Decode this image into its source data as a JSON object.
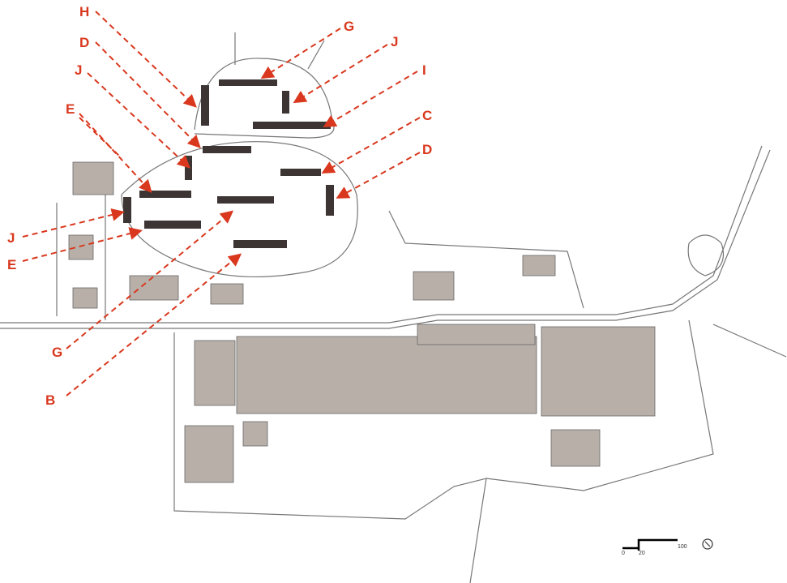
{
  "labels": {
    "H_top": "H",
    "G_top": "G",
    "D_top": "D",
    "J_top_right": "J",
    "J_top_left": "J",
    "I": "I",
    "E_top": "E",
    "C": "C",
    "D_right": "D",
    "J_left": "J",
    "E_left": "E",
    "G_bottom": "G",
    "B": "B"
  },
  "scale_bar": {
    "tick_0": "0",
    "tick_20": "20",
    "tick_100": "100"
  },
  "colors": {
    "annotation": "#d9381e",
    "building_dark": "#3d3533",
    "building_industrial": "#b8b0a8"
  }
}
